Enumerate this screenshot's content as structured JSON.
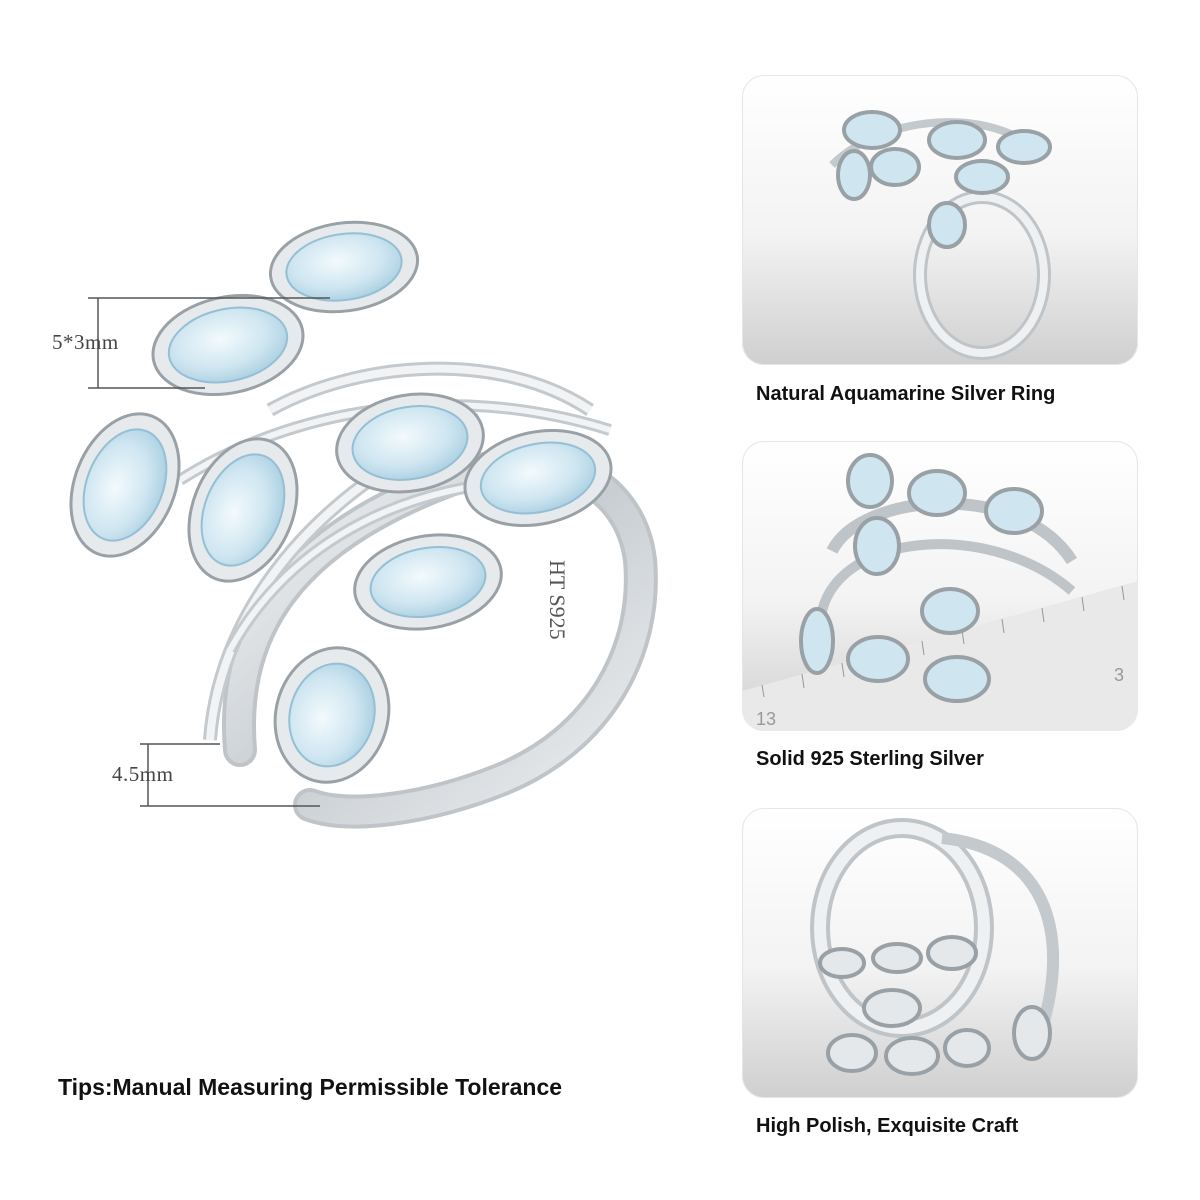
{
  "main": {
    "dim_top": "5*3mm",
    "dim_bottom": "4.5mm",
    "engraving": "HT S925",
    "tips": "Tips:Manual Measuring Permissible Tolerance"
  },
  "panels": [
    {
      "caption": "Natural Aquamarine Silver Ring"
    },
    {
      "caption": "Solid 925 Sterling Silver",
      "ruler_labels": [
        "13",
        "3"
      ]
    },
    {
      "caption": "High Polish, Exquisite Craft"
    }
  ],
  "colors": {
    "silver": "#d9dde0",
    "silver_dark": "#8e959a",
    "aquamarine": "#cfe6f1",
    "aquamarine_edge": "#9cc6da",
    "text": "#111111"
  }
}
